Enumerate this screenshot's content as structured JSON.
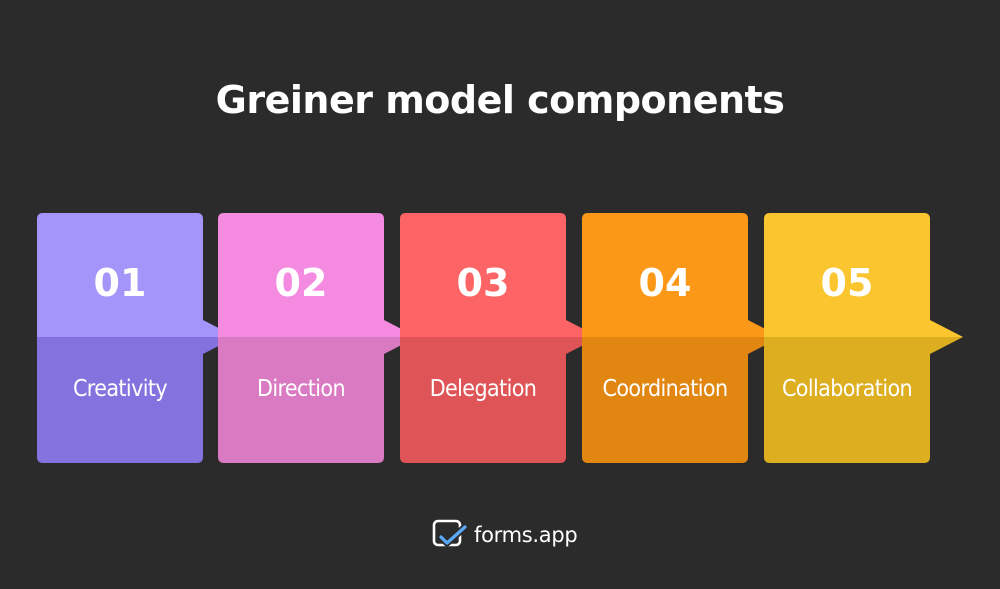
{
  "title": "Greiner model components",
  "steps": [
    {
      "number": "01",
      "label": "Creativity",
      "top_color": "#a395fa",
      "bottom_color": "#8473de"
    },
    {
      "number": "02",
      "label": "Direction",
      "top_color": "#f58ae1",
      "bottom_color": "#d97ac2"
    },
    {
      "number": "03",
      "label": "Delegation",
      "top_color": "#fd6466",
      "bottom_color": "#df5557"
    },
    {
      "number": "04",
      "label": "Coordination",
      "top_color": "#fb9818",
      "bottom_color": "#e08611"
    },
    {
      "number": "05",
      "label": "Collaboration",
      "top_color": "#fbc530",
      "bottom_color": "#dcae20"
    }
  ],
  "brand": {
    "name": "forms.app",
    "icon": "forms-app-logo-icon"
  },
  "colors": {
    "background": "#2b2b2b",
    "text": "#ffffff"
  }
}
